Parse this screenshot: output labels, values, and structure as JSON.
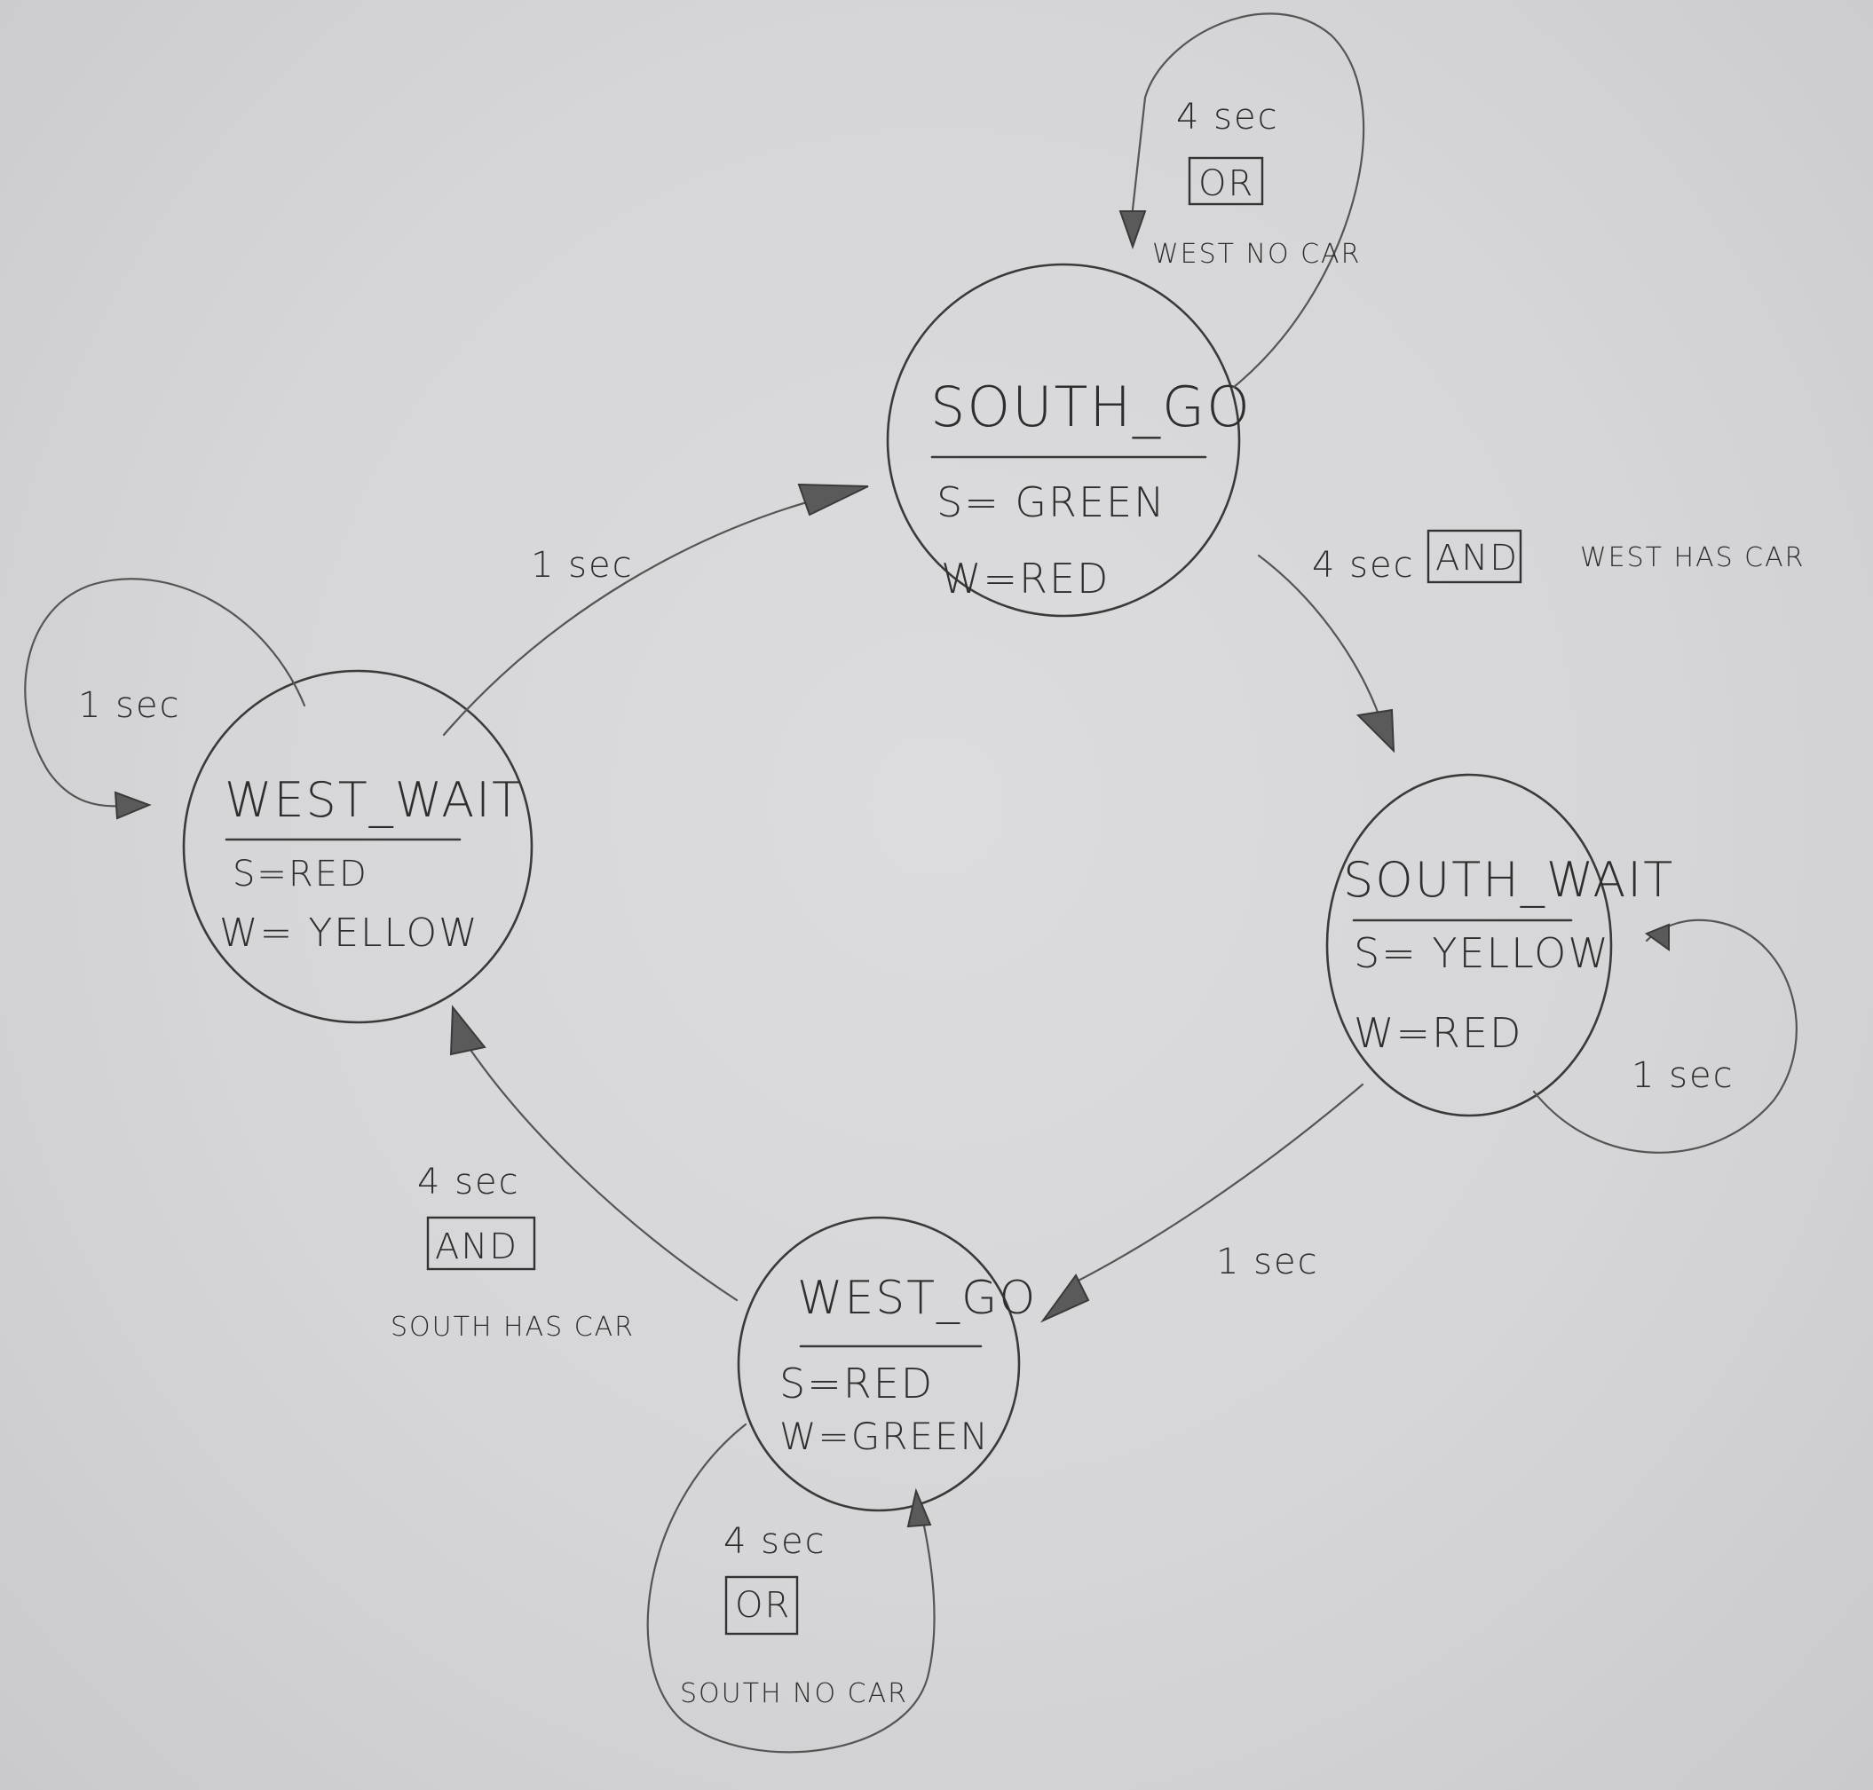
{
  "states": {
    "south_go": {
      "name": "SOUTH_GO",
      "s": "S= GREEN",
      "w": "W=RED"
    },
    "south_wait": {
      "name": "SOUTH_WAIT",
      "s": "S= YELLOW",
      "w": "W=RED"
    },
    "west_go": {
      "name": "WEST_GO",
      "s": "S=RED",
      "w": "W=GREEN"
    },
    "west_wait": {
      "name": "WEST_WAIT",
      "s": "S=RED",
      "w": "W= YELLOW"
    }
  },
  "transitions": {
    "south_go_self": {
      "time": "4 sec",
      "op": "OR",
      "cond": "WEST NO CAR"
    },
    "south_go_to_south_wait": {
      "time": "4 sec",
      "op": "AND",
      "cond": "WEST HAS CAR"
    },
    "south_wait_self": {
      "time": "1 sec"
    },
    "south_wait_to_west_go": {
      "time": "1 sec"
    },
    "west_go_self": {
      "time": "4 sec",
      "op": "OR",
      "cond": "SOUTH NO CAR"
    },
    "west_go_to_west_wait": {
      "time": "4 sec",
      "op": "AND",
      "cond": "SOUTH HAS CAR"
    },
    "west_wait_self": {
      "time": "1 sec"
    },
    "west_wait_to_south_go": {
      "time": "1 sec"
    }
  }
}
